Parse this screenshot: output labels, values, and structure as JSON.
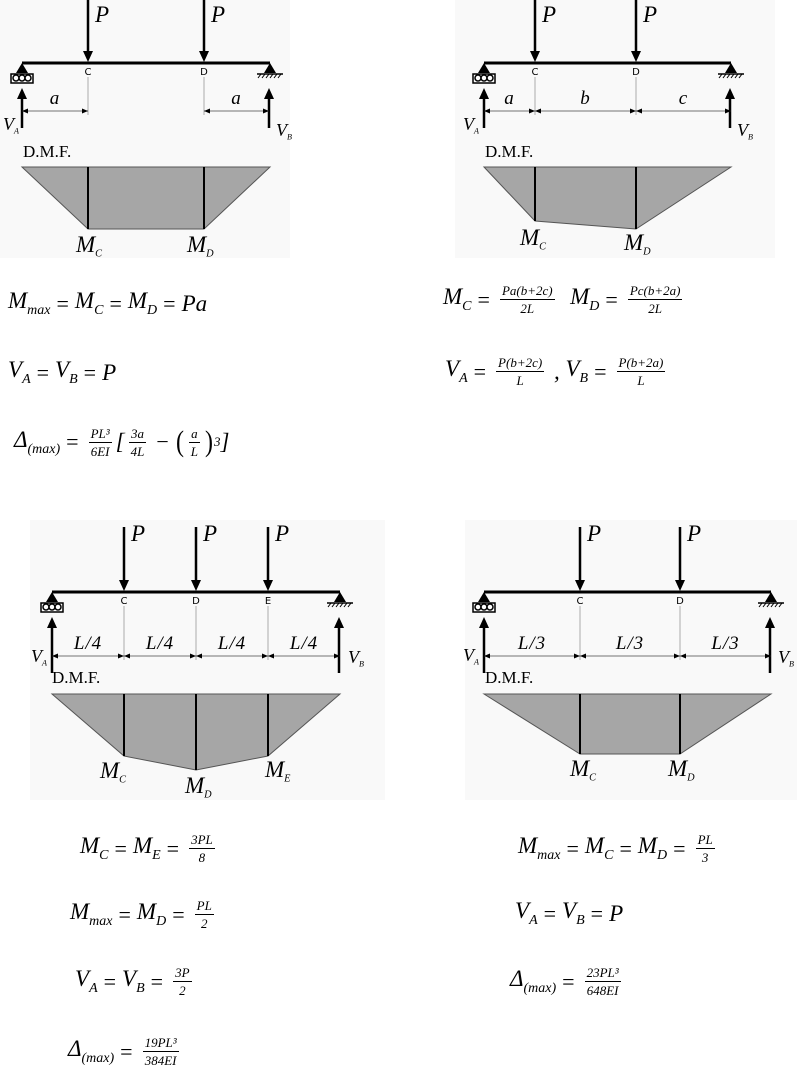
{
  "diagrams": [
    {
      "load_label": "P",
      "points": [
        "C",
        "D"
      ],
      "spans": [
        "a",
        "a"
      ],
      "va": [
        "V",
        "A"
      ],
      "vb": [
        "V",
        "B"
      ],
      "dmf_label": "D.M.F.",
      "moments": [
        [
          "M",
          "C"
        ],
        [
          "M",
          "D"
        ]
      ]
    },
    {
      "load_label": "P",
      "points": [
        "C",
        "D"
      ],
      "spans": [
        "a",
        "b",
        "c"
      ],
      "va": [
        "V",
        "A"
      ],
      "vb": [
        "V",
        "B"
      ],
      "dmf_label": "D.M.F.",
      "moments": [
        [
          "M",
          "C"
        ],
        [
          "M",
          "D"
        ]
      ]
    },
    {
      "load_label": "P",
      "points": [
        "C",
        "D",
        "E"
      ],
      "spans": [
        "L/4",
        "L/4",
        "L/4",
        "L/4"
      ],
      "va": [
        "V",
        "A"
      ],
      "vb": [
        "V",
        "B"
      ],
      "dmf_label": "D.M.F.",
      "moments": [
        [
          "M",
          "C"
        ],
        [
          "M",
          "D"
        ],
        [
          "M",
          "E"
        ]
      ]
    },
    {
      "load_label": "P",
      "points": [
        "C",
        "D"
      ],
      "spans": [
        "L/3",
        "L/3",
        "L/3"
      ],
      "va": [
        "V",
        "A"
      ],
      "vb": [
        "V",
        "B"
      ],
      "dmf_label": "D.M.F.",
      "moments": [
        [
          "M",
          "C"
        ],
        [
          "M",
          "D"
        ]
      ]
    }
  ],
  "colors": {
    "dmf_fill": "#a6a6a6",
    "panel_bg": "#f9f9f9"
  },
  "formulas": [
    [
      {
        "v": "M",
        "sub": "max"
      },
      {
        "o": "="
      },
      {
        "v": "M",
        "sub": "C"
      },
      {
        "o": "="
      },
      {
        "v": "M",
        "sub": "D"
      },
      {
        "o": "="
      },
      {
        "t": "Pa"
      }
    ],
    [
      {
        "v": "V",
        "sub": "A"
      },
      {
        "o": "="
      },
      {
        "v": "V",
        "sub": "B"
      },
      {
        "o": "="
      },
      {
        "t": "P"
      }
    ],
    [
      {
        "v": "Δ",
        "sub": "(max)"
      },
      {
        "o": "="
      },
      {
        "f": [
          "PL³",
          "6EI"
        ]
      },
      {
        "t": "["
      },
      {
        "f": [
          "3a",
          "4L"
        ]
      },
      {
        "o": "−"
      },
      {
        "b": "("
      },
      {
        "f": [
          "a",
          "L"
        ]
      },
      {
        "b": ")"
      },
      {
        "sup": "3"
      },
      {
        "t": "]"
      }
    ],
    [
      {
        "v": "M",
        "sub": "C"
      },
      {
        "o": "="
      },
      {
        "f": [
          "Pa(b+2c)",
          "2L"
        ]
      },
      {
        "t": "  "
      },
      {
        "v": "M",
        "sub": "D"
      },
      {
        "o": "="
      },
      {
        "f": [
          "Pc(b+2a)",
          "2L"
        ]
      }
    ],
    [
      {
        "v": "V",
        "sub": "A"
      },
      {
        "o": "="
      },
      {
        "f": [
          "P(b+2c)",
          "L"
        ]
      },
      {
        "t": " , "
      },
      {
        "v": "V",
        "sub": "B"
      },
      {
        "o": "="
      },
      {
        "f": [
          "P(b+2a)",
          "L"
        ]
      }
    ],
    [
      {
        "v": "M",
        "sub": "C"
      },
      {
        "o": "="
      },
      {
        "v": "M",
        "sub": "E"
      },
      {
        "o": "="
      },
      {
        "f": [
          "3PL",
          "8"
        ]
      }
    ],
    [
      {
        "v": "M",
        "sub": "max"
      },
      {
        "o": "="
      },
      {
        "v": "M",
        "sub": "D"
      },
      {
        "o": "="
      },
      {
        "f": [
          "PL",
          "2"
        ]
      }
    ],
    [
      {
        "v": "V",
        "sub": "A"
      },
      {
        "o": "="
      },
      {
        "v": "V",
        "sub": "B"
      },
      {
        "o": "="
      },
      {
        "f": [
          "3P",
          "2"
        ]
      }
    ],
    [
      {
        "v": "Δ",
        "sub": "(max)"
      },
      {
        "o": "="
      },
      {
        "f": [
          "19PL³",
          "384EI"
        ]
      }
    ],
    [
      {
        "v": "M",
        "sub": "max"
      },
      {
        "o": "="
      },
      {
        "v": "M",
        "sub": "C"
      },
      {
        "o": "="
      },
      {
        "v": "M",
        "sub": "D"
      },
      {
        "o": "="
      },
      {
        "f": [
          "PL",
          "3"
        ]
      }
    ],
    [
      {
        "v": "V",
        "sub": "A"
      },
      {
        "o": "="
      },
      {
        "v": "V",
        "sub": "B"
      },
      {
        "o": "="
      },
      {
        "t": "P"
      }
    ],
    [
      {
        "v": "Δ",
        "sub": "(max)"
      },
      {
        "o": "="
      },
      {
        "f": [
          "23PL³",
          "648EI"
        ]
      }
    ]
  ]
}
